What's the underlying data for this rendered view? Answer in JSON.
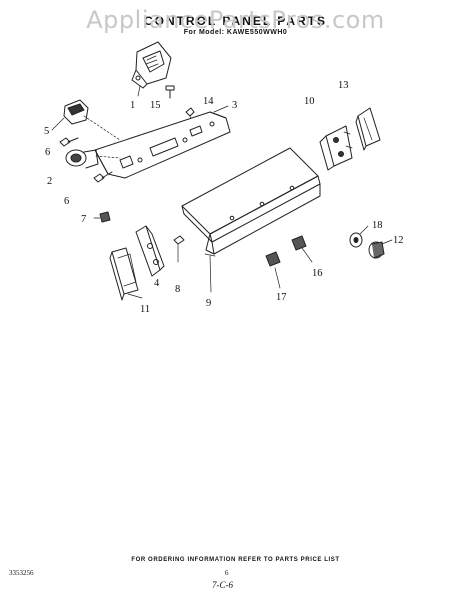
{
  "header": {
    "watermark": "AppliancePartsPros.com",
    "title": "CONTROL PANEL PARTS",
    "model": "For Model: KAWE550WWH0"
  },
  "callouts": [
    "1",
    "15",
    "14",
    "3",
    "10",
    "13",
    "5",
    "6",
    "2",
    "6",
    "7",
    "18",
    "12",
    "16",
    "17",
    "4",
    "8",
    "9",
    "11"
  ],
  "footer": {
    "note": "FOR ORDERING INFORMATION REFER TO PARTS PRICE LIST",
    "doc_number": "3353256",
    "page_number": "6",
    "handwritten": "7-C-6"
  }
}
